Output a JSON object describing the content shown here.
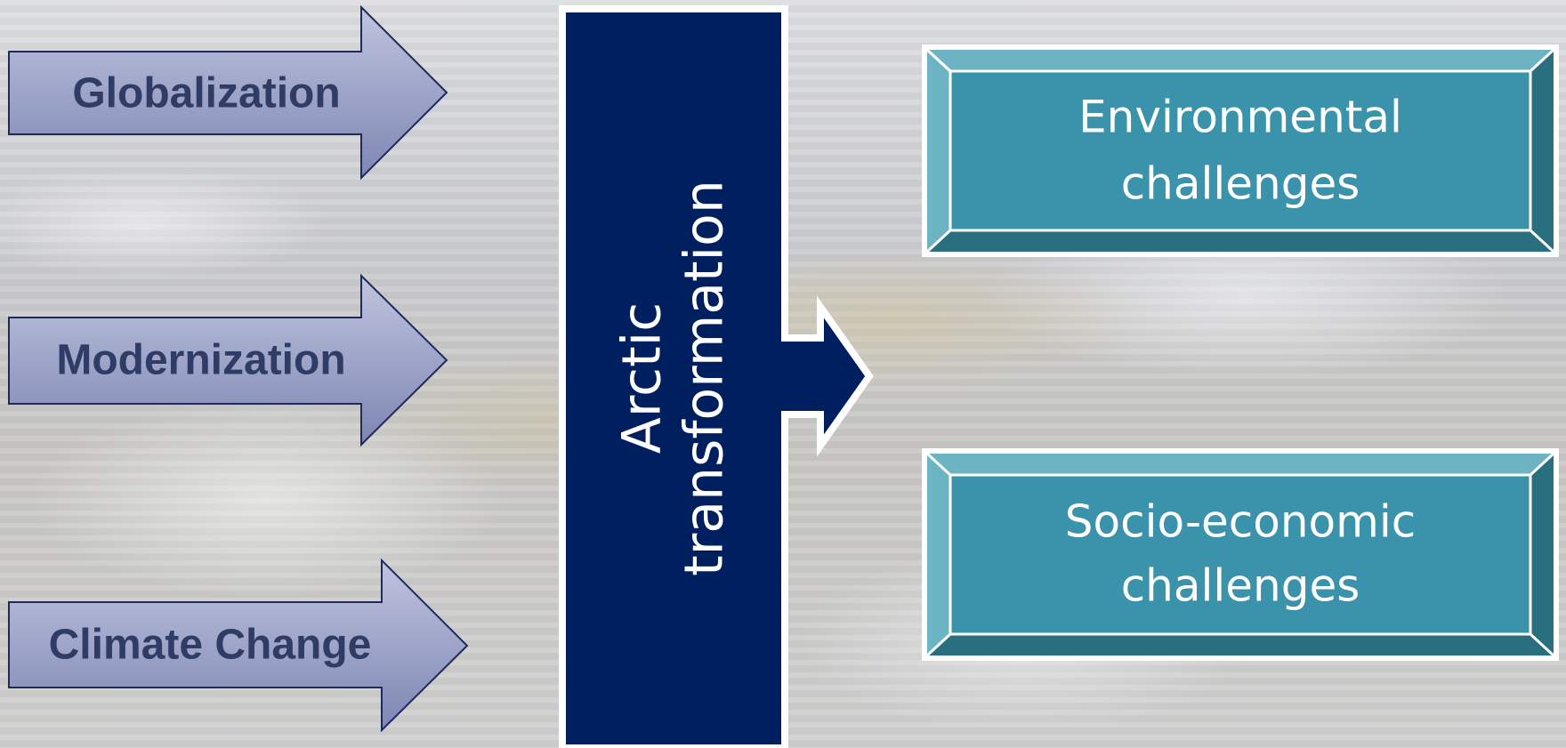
{
  "drivers": [
    {
      "label": "Globalization"
    },
    {
      "label": "Modernization"
    },
    {
      "label": "Climate Change"
    }
  ],
  "center": {
    "line1": "Arctic",
    "line2": "transformation"
  },
  "outcomes": [
    {
      "line1": "Environmental",
      "line2": "challenges"
    },
    {
      "line1": "Socio-economic",
      "line2": "challenges"
    }
  ],
  "colors": {
    "driver_arrow_top": "#b4b9d6",
    "driver_arrow_bottom": "#7e87b4",
    "driver_text": "#2f3d66",
    "center_fill": "#001f5f",
    "box_face": "#3a93ab",
    "box_bevel_light": "#6cb3c4",
    "box_bevel_dark": "#2a6f80"
  }
}
